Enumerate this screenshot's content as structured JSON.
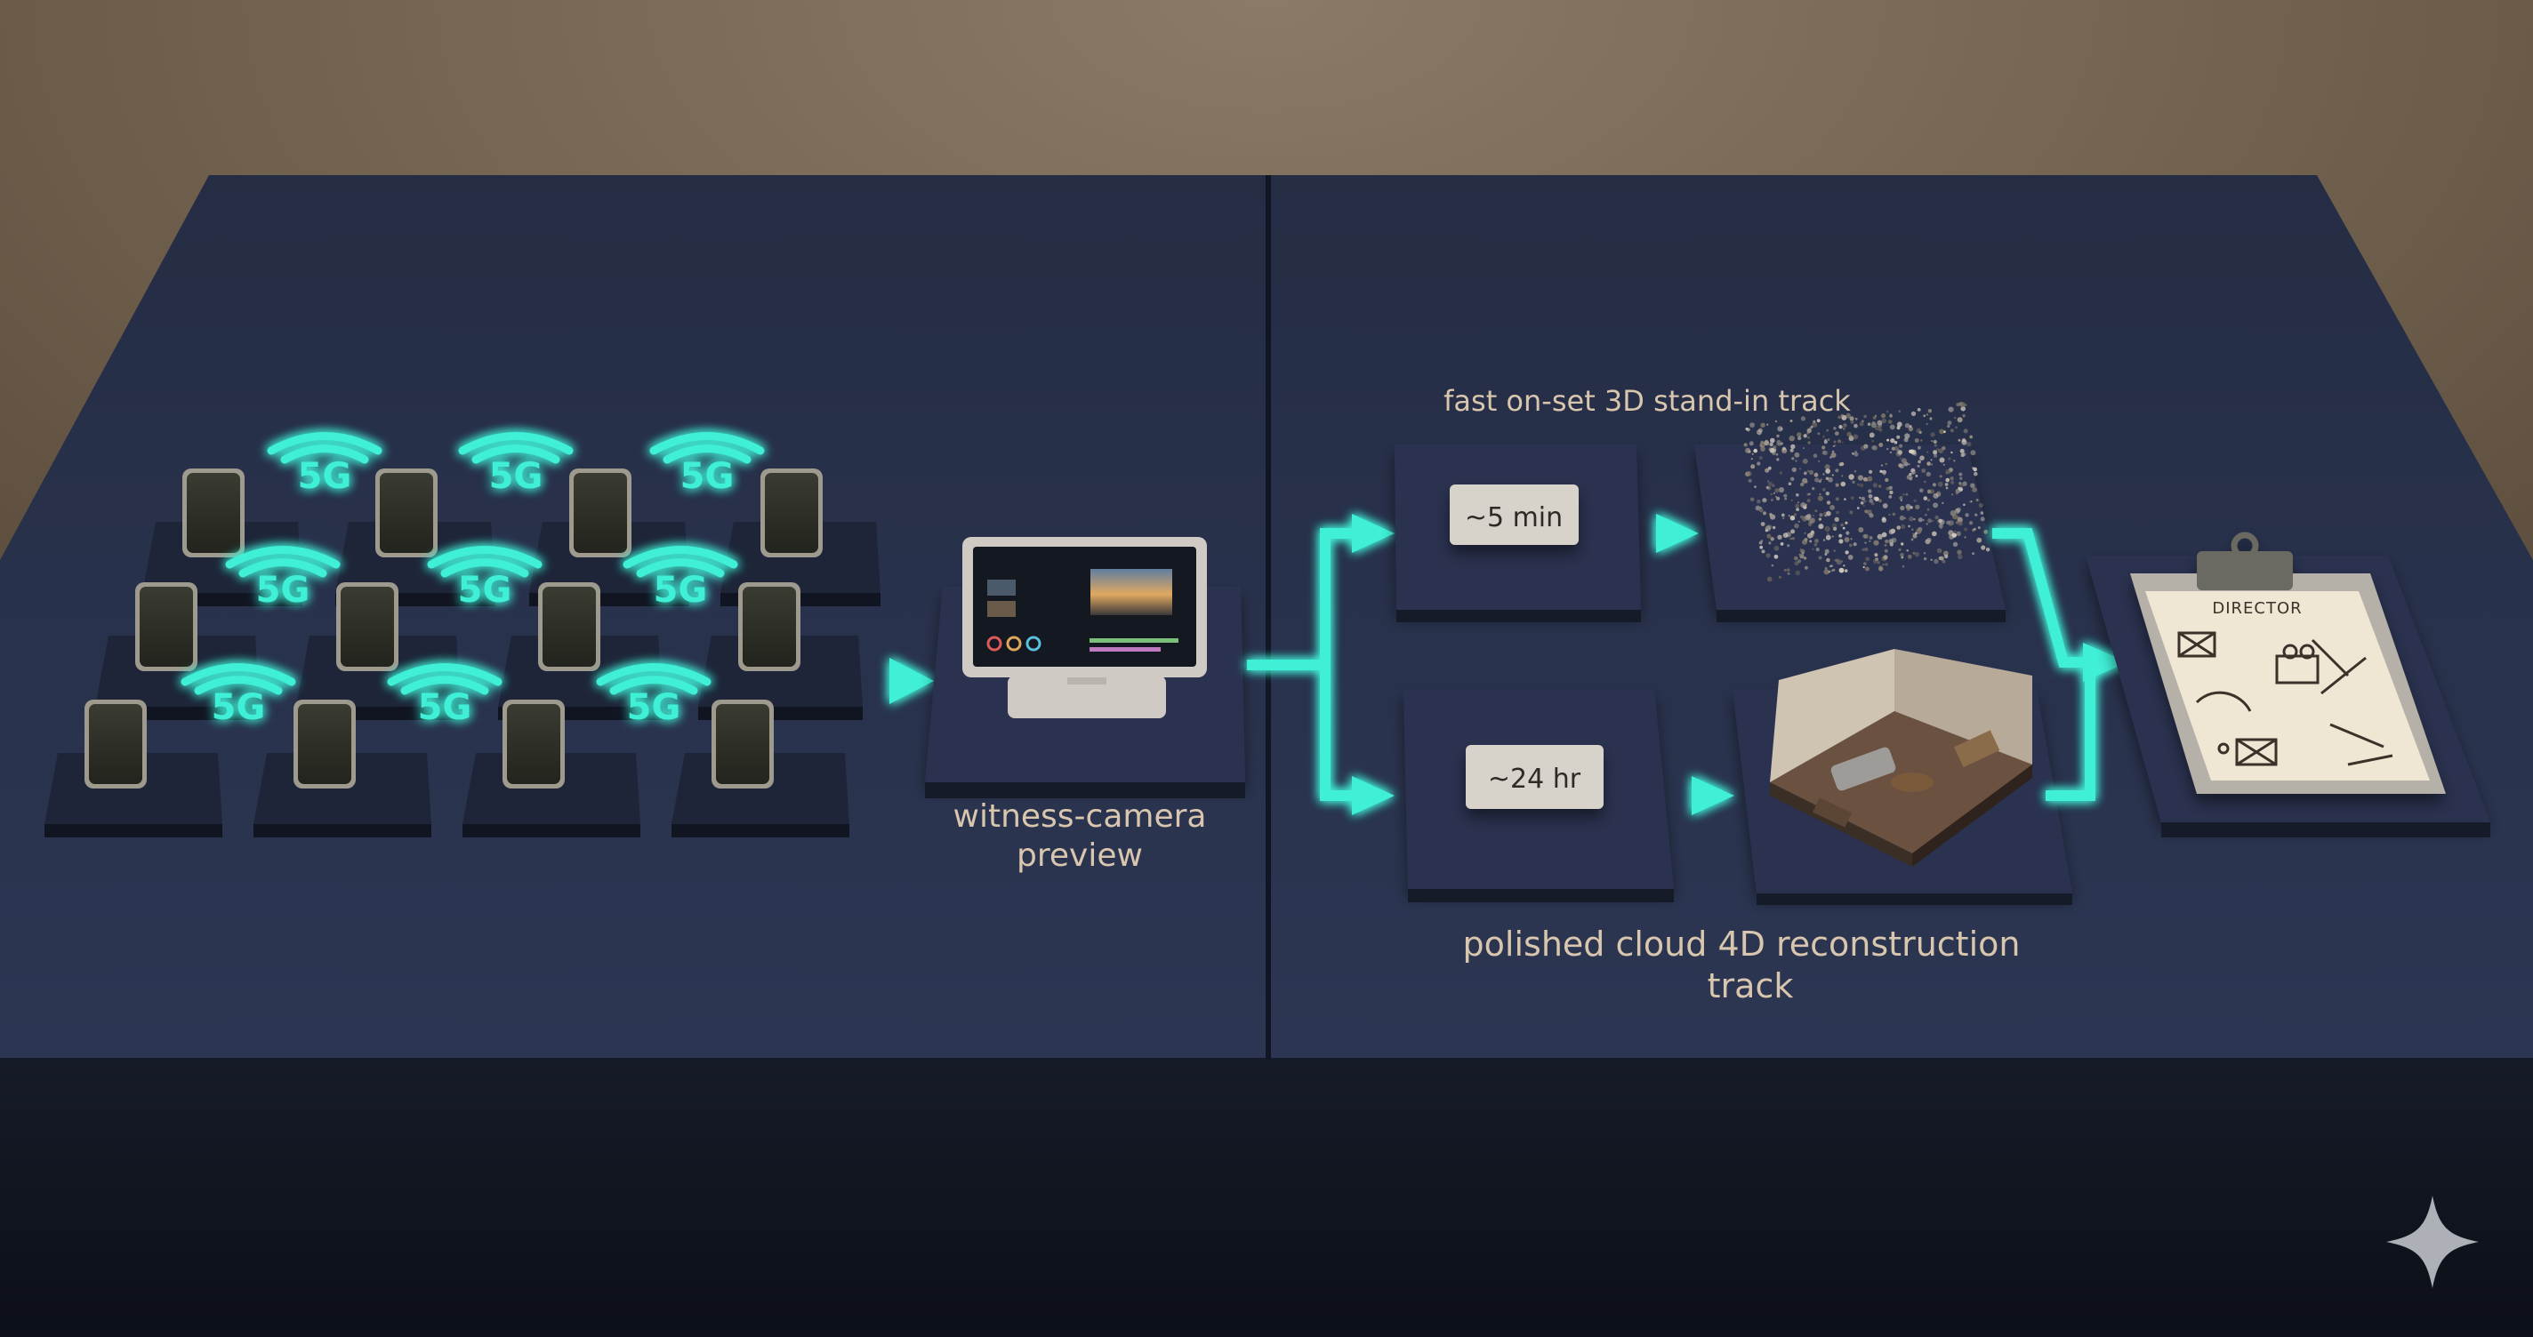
{
  "network_label": "5G",
  "phone_count": 16,
  "witness": {
    "caption_line1": "witness-camera",
    "caption_line2": "preview"
  },
  "fast_track": {
    "title": "fast on-set 3D stand-in track",
    "time_badge": "~5 min"
  },
  "cloud_track": {
    "title_line1": "polished cloud 4D reconstruction",
    "title_line2": "track",
    "time_badge": "~24 hr"
  },
  "clipboard": {
    "header": "DIRECTOR"
  },
  "colors": {
    "background_top": "#6b5b49",
    "board": "#27304a",
    "board_edge": "#151a28",
    "glow": "#3ff0d6",
    "caption": "#d9c6ae",
    "badge": "#d8d3ca",
    "paper": "#efe6d3"
  },
  "icons": {
    "network": "5g-signal-icon",
    "device": "smartphone-icon",
    "monitor": "monitor-icon",
    "arrow": "glowing-arrow-icon",
    "sparkle": "sparkle-icon"
  }
}
